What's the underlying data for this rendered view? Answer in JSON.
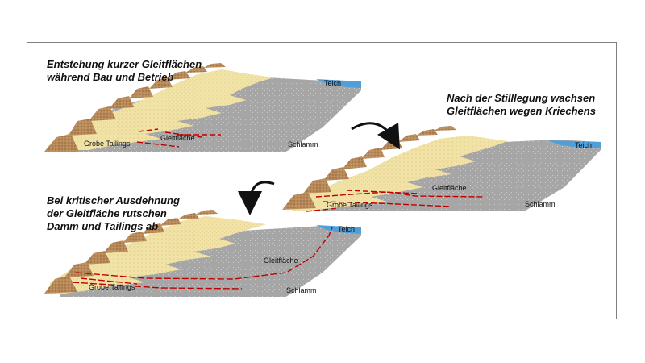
{
  "captions": {
    "stage1": [
      "Entstehung kurzer Gleitflächen",
      "während Bau und Betrieb"
    ],
    "stage2": [
      "Nach der Stilllegung wachsen",
      "Gleitflächen wegen Kriechens"
    ],
    "stage3": [
      "Bei kritischer Ausdehnung",
      "der Gleitfläche rutschen",
      "Damm und Tailings ab"
    ]
  },
  "labels": {
    "teich": "Teich",
    "schlamm": "Schlamm",
    "gleitflaeche": "Gleitfläche",
    "grobe_tailings": "Grobe Tailings"
  },
  "colors": {
    "dam": "#b98a5a",
    "coarse_tailings": "#f1e2a6",
    "sludge": "#a6a6a6",
    "pond": "#4f9fd8",
    "slip_surface": "#c00000",
    "arrow": "#111111"
  }
}
